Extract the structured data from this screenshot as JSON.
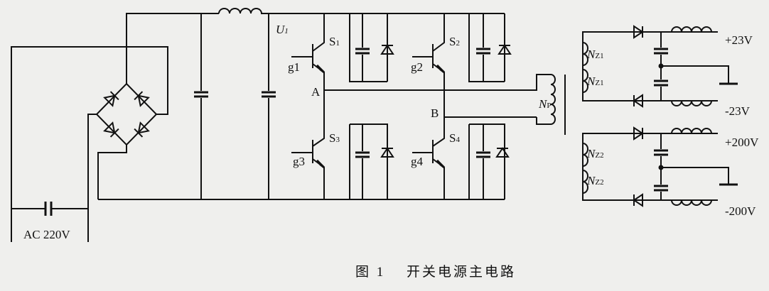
{
  "labels": {
    "u1": "U",
    "u1_sub": "1",
    "s1": "S",
    "s1_sub": "1",
    "s2": "S",
    "s2_sub": "2",
    "s3": "S",
    "s3_sub": "3",
    "s4": "S",
    "s4_sub": "4",
    "g1": "g1",
    "g2": "g2",
    "g3": "g3",
    "g4": "g4",
    "node_a": "A",
    "node_b": "B",
    "np": "N",
    "np_sub": "P",
    "nz1": "N",
    "nz1_sub": "Z1",
    "nz2": "N",
    "nz2_sub": "Z2",
    "out_p23": "+23V",
    "out_m23": "-23V",
    "out_p200": "+200V",
    "out_m200": "-200V",
    "ac": "AC 220V"
  },
  "caption": "图 1　 开关电源主电路"
}
